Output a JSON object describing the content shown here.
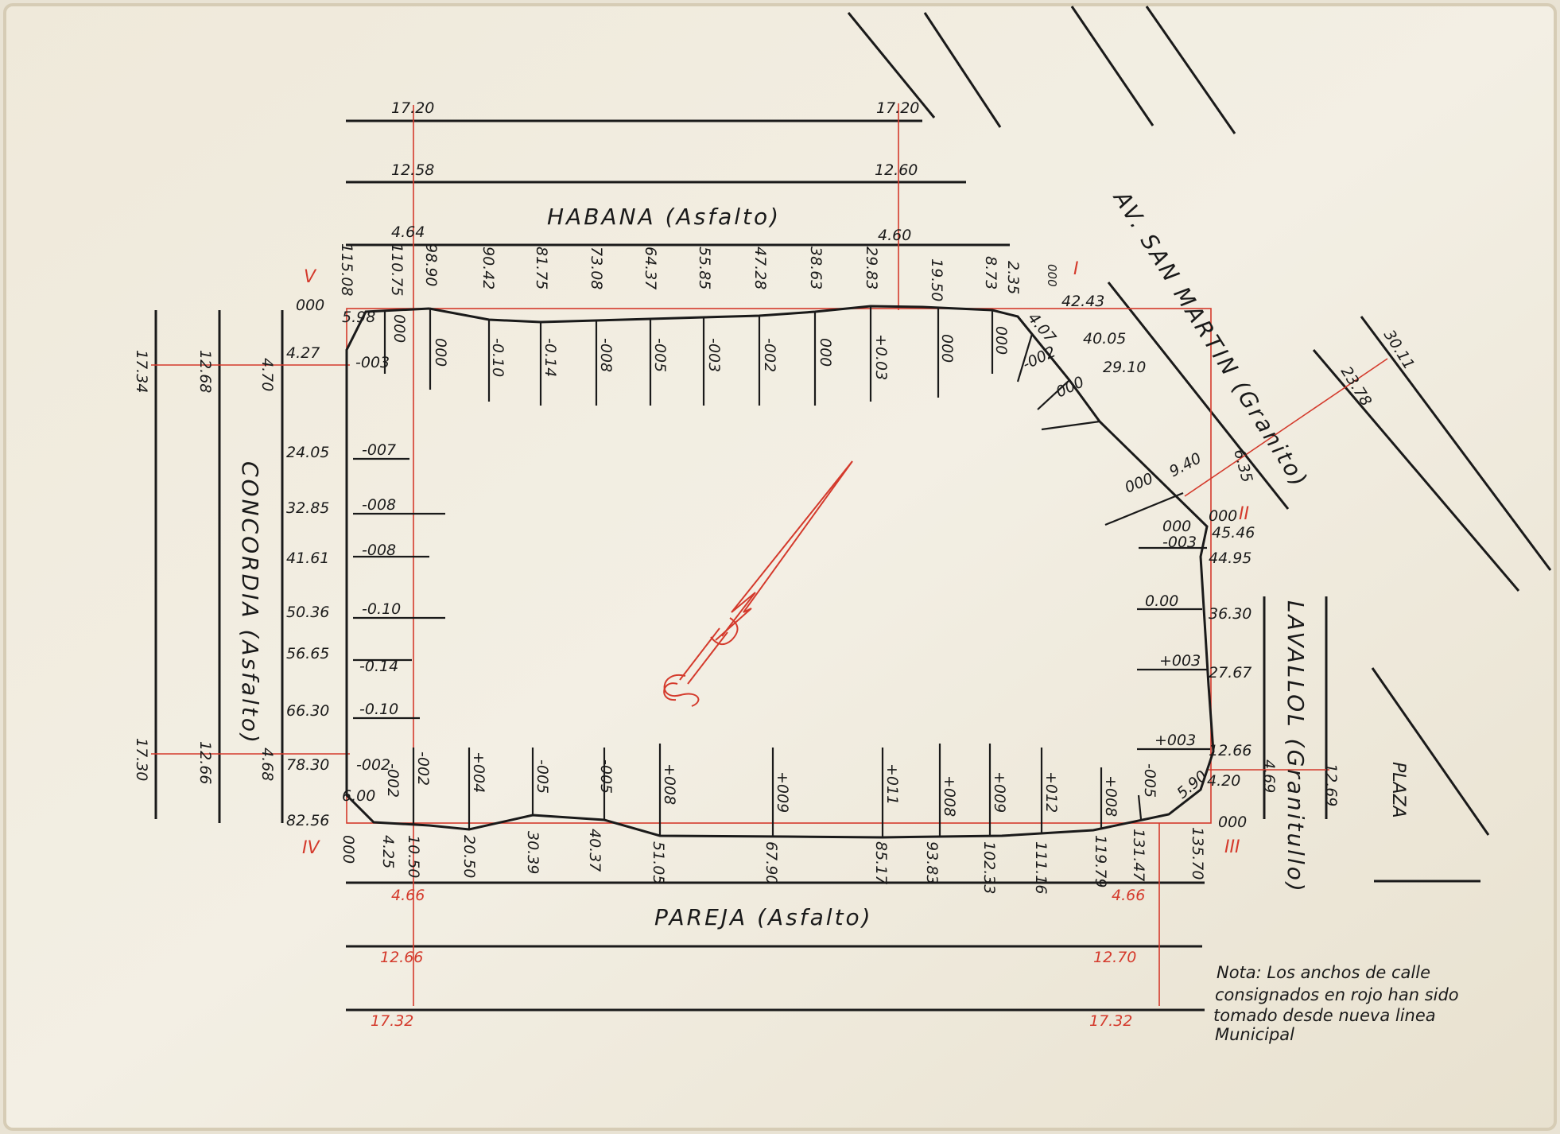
{
  "colors": {
    "paper": "#f2eee2",
    "ink": "#1a1a1a",
    "red_ink": "#d43a2c"
  },
  "streets": {
    "habana": "HABANA (Asfalto)",
    "pareja": "PAREJA (Asfalto)",
    "concordia": "CONCORDIA (Asfalto)",
    "san_martin": "AV. SAN MARTIN (Granito)",
    "lavallol": "LAVALLOL (Granitullo)",
    "plaza": "PLAZA"
  },
  "corners": {
    "I": "I",
    "II": "II",
    "III": "III",
    "IV": "IV",
    "V": "V"
  },
  "habana_widths": {
    "left": [
      "17.20",
      "12.58",
      "4.64"
    ],
    "right": [
      "17.20",
      "12.60",
      "4.60"
    ]
  },
  "pareja_widths": {
    "left": [
      "4.66",
      "12.66",
      "17.32"
    ],
    "right": [
      "4.66",
      "12.70",
      "17.32"
    ]
  },
  "concordia_widths": {
    "top": [
      "17.34",
      "12.68",
      "4.70"
    ],
    "bottom": [
      "17.30",
      "12.66",
      "4.68"
    ]
  },
  "san_martin_widths": [
    "30.11",
    "23.78",
    "6.35",
    "9.40",
    "000"
  ],
  "lavallol_widths": [
    "4.69",
    "12.69"
  ],
  "top_stations": [
    "115.08",
    "110.75",
    "98.90",
    "90.42",
    "81.75",
    "73.08",
    "64.37",
    "55.85",
    "47.28",
    "38.63",
    "29.83",
    "19.50",
    "8.73",
    "2.35"
  ],
  "top_levels": [
    "5.98",
    "000",
    "000",
    "-0.10",
    "-0.14",
    "-008",
    "-005",
    "-003",
    "-002",
    "000",
    "+0.03",
    "000",
    "000",
    "4.07"
  ],
  "corner_I": {
    "zero": "000",
    "stations": [
      "42.43",
      "40.05",
      "29.10"
    ],
    "levels": [
      "-002",
      "000"
    ]
  },
  "left_stations": [
    "000",
    "4.27",
    "24.05",
    "32.85",
    "41.61",
    "50.36",
    "56.65",
    "66.30",
    "78.30",
    "82.56"
  ],
  "left_levels": [
    "-003",
    "-007",
    "-008",
    "-008",
    "-0.10",
    "-0.14",
    "-0.10",
    "-002",
    "6.00"
  ],
  "bottom_stations": [
    "000",
    "4.25",
    "10.50",
    "20.50",
    "30.39",
    "40.37",
    "51.05",
    "67.90",
    "85.17",
    "93.83",
    "102.33",
    "111.16",
    "119.79",
    "131.47",
    "135.70"
  ],
  "bottom_levels": [
    "-002",
    "-002",
    "+004",
    "-005",
    "-005",
    "+008",
    "+009",
    "+011",
    "+008",
    "+009",
    "+012",
    "+008",
    "-005",
    "5.90"
  ],
  "right_stations": [
    "45.46",
    "44.95",
    "36.30",
    "27.67",
    "12.66",
    "4.20",
    "000"
  ],
  "right_levels": [
    "000",
    "000",
    "-003",
    "0.00",
    "+003",
    "+003"
  ],
  "note": [
    "Nota: Los anchos de calle",
    "consignados en rojo han sido",
    "tomado desde nueva linea",
    "Municipal"
  ]
}
